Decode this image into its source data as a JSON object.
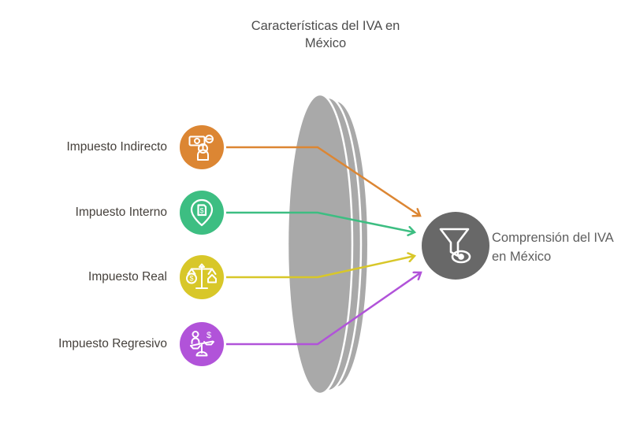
{
  "title": "Características del IVA en México",
  "items": [
    {
      "label": "Impuesto Indirecto",
      "color": "#dc8633",
      "icon": "money-person-icon"
    },
    {
      "label": "Impuesto Interno",
      "color": "#3dbe82",
      "icon": "location-pin-receipt-icon"
    },
    {
      "label": "Impuesto Real",
      "color": "#d8c729",
      "icon": "balance-scale-house-icon"
    },
    {
      "label": "Impuesto Regresivo",
      "color": "#b153d9",
      "icon": "balance-scale-person-icon"
    }
  ],
  "result": {
    "label": "Comprensión del IVA en México",
    "circle_color": "#686868",
    "icon": "funnel-eye-icon"
  },
  "lens": {
    "color": "#a9a9a9"
  },
  "glyphs": {
    "dollar": "$"
  }
}
